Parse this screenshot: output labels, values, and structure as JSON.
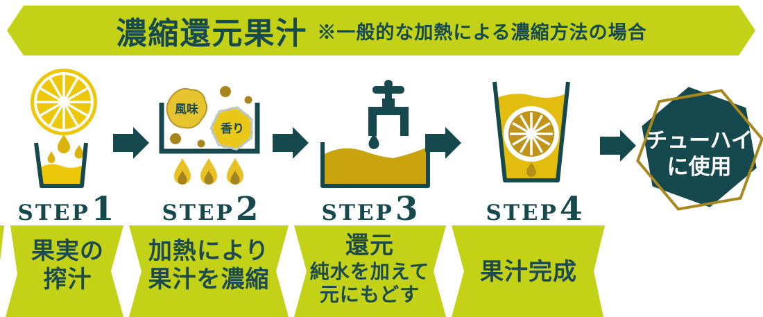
{
  "header": {
    "title": "濃縮還元果汁",
    "note": "※一般的な加熱による濃縮方法の場合"
  },
  "steps": [
    {
      "label": "STEP",
      "number": "1",
      "caption_lines": [
        "果実の",
        "搾汁"
      ]
    },
    {
      "label": "STEP",
      "number": "2",
      "caption_lines": [
        "加熱により",
        "果汁を濃縮"
      ],
      "escape_labels": {
        "flavor": "風味",
        "aroma": "香り"
      }
    },
    {
      "label": "STEP",
      "number": "3",
      "caption_lines": [
        "還元",
        "純水を加えて",
        "元にもどす"
      ]
    },
    {
      "label": "STEP",
      "number": "4",
      "caption_lines": [
        "果汁完成"
      ]
    }
  ],
  "result_badge": {
    "line1": "チューハイ",
    "line2": "に使用"
  },
  "icons": [
    "lemon-slice-icon",
    "juice-drop-icon",
    "squeeze-glass-icon",
    "heating-pot-icon",
    "flame-icon",
    "faucet-icon",
    "water-drop-icon",
    "reduction-tank-icon",
    "juice-glass-icon",
    "arrow-right-icon",
    "hexagon-badge"
  ],
  "colors": {
    "banner_green": "#c3d117",
    "dark_teal": "#15494e",
    "lemon_yellow": "#edc70a",
    "gold_drop": "#dcb30d",
    "dark_gold": "#a8861c",
    "mustard_liquid": "#c9a40f",
    "aroma_outline_blue": "#b9c7ca",
    "badge_gold": "#a8871e",
    "text_white": "#ffffff"
  }
}
